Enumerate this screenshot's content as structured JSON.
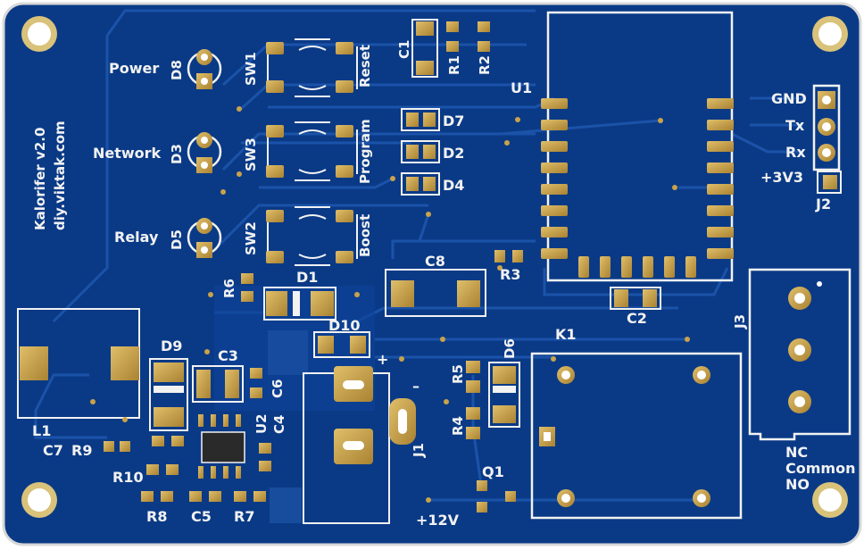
{
  "board": {
    "title": "Kalorifer v2.0",
    "website": "diy.viktak.com",
    "colors": {
      "pcb": "#0a3a86",
      "pcb_dark": "#072c6a",
      "pcb_light": "#1a4fa0",
      "copper_pad": "#c9a24a",
      "pad_dark": "#2a2418",
      "silk": "#f2f2f2"
    }
  },
  "labels": {
    "power": "Power",
    "network": "Network",
    "relay": "Relay",
    "reset": "Reset",
    "program": "Program",
    "boost": "Boost",
    "gnd": "GND",
    "tx": "Tx",
    "rx": "Rx",
    "v33": "+3V3",
    "nc": "NC",
    "common": "Common",
    "no": "NO",
    "v12": "+12V",
    "plus": "+",
    "minus": "–"
  },
  "refs": {
    "D8": "D8",
    "D3": "D3",
    "D5": "D5",
    "SW1": "SW1",
    "SW3": "SW3",
    "SW2": "SW2",
    "C1": "C1",
    "R1": "R1",
    "R2": "R2",
    "U1": "U1",
    "D7": "D7",
    "D2": "D2",
    "D4": "D4",
    "C8": "C8",
    "R3": "R3",
    "C2": "C2",
    "R6": "R6",
    "D1": "D1",
    "D10": "D10",
    "K1": "K1",
    "J2": "J2",
    "J3": "J3",
    "L1": "L1",
    "D9": "D9",
    "C3": "C3",
    "C6": "C6",
    "U2": "U2",
    "C4": "C4",
    "C7": "C7",
    "R9": "R9",
    "R10": "R10",
    "R8": "R8",
    "C5": "C5",
    "R7": "R7",
    "J1": "J1",
    "R5": "R5",
    "R4": "R4",
    "D6": "D6",
    "Q1": "Q1"
  }
}
